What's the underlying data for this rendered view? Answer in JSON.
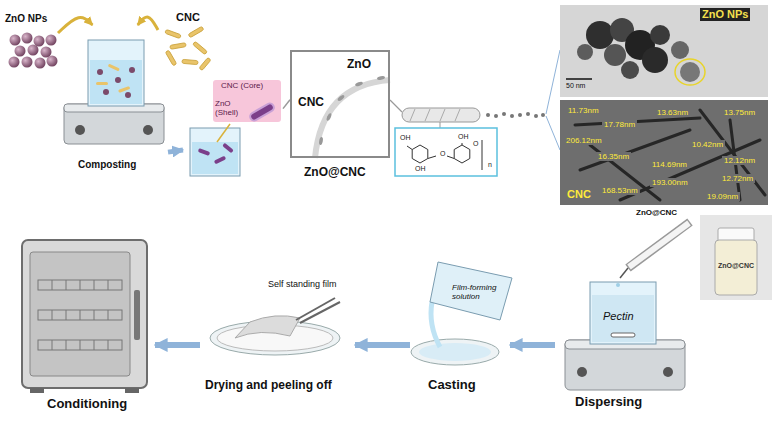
{
  "diagram": {
    "nodes": [
      {
        "text": [
          "ZnO NPs"
        ]
      },
      {
        "text": [
          "CNC"
        ]
      },
      {
        "text": [
          "Composting"
        ]
      },
      {
        "text": [
          "CNC (Core)",
          "ZnO (Shell)"
        ]
      },
      {
        "text": [
          "ZnO",
          "CNC",
          "ZnO@CNC"
        ]
      },
      {
        "text": [
          "ZnO NPs",
          "50 nm"
        ]
      },
      {
        "text": [
          "CNC"
        ]
      },
      {
        "text": [
          "Pectin",
          "Dispersing"
        ]
      },
      {
        "text": [
          "Film-forming solution",
          "Casting"
        ]
      },
      {
        "text": [
          "Self standing film",
          "Drying and peeling off"
        ]
      },
      {
        "text": [
          "Conditioning"
        ]
      }
    ],
    "edges": [
      {
        "from": 0,
        "to": 2,
        "arrow": "to"
      },
      {
        "from": 1,
        "to": 2,
        "arrow": "to"
      },
      {
        "from": 2,
        "to": 3,
        "arrow": "to"
      },
      {
        "from": 3,
        "to": 4,
        "arrow": "none"
      },
      {
        "from": 7,
        "to": 8,
        "arrow": "to"
      },
      {
        "from": 8,
        "to": 9,
        "arrow": "to"
      },
      {
        "from": 9,
        "to": 10,
        "arrow": "to"
      }
    ],
    "labels": [
      "ZnO@CNC",
      "ZnO@CNC",
      "OH",
      "OH",
      "OH",
      "O",
      "O",
      "n",
      "11.73nm",
      "17.78nm",
      "13.63nm",
      "13.75nm",
      "206.12nm",
      "16.35nm",
      "10.42nm",
      "114.69nm",
      "12.12nm",
      "12.72nm",
      "168.53nm",
      "193.00nm",
      "19.09nm"
    ]
  }
}
